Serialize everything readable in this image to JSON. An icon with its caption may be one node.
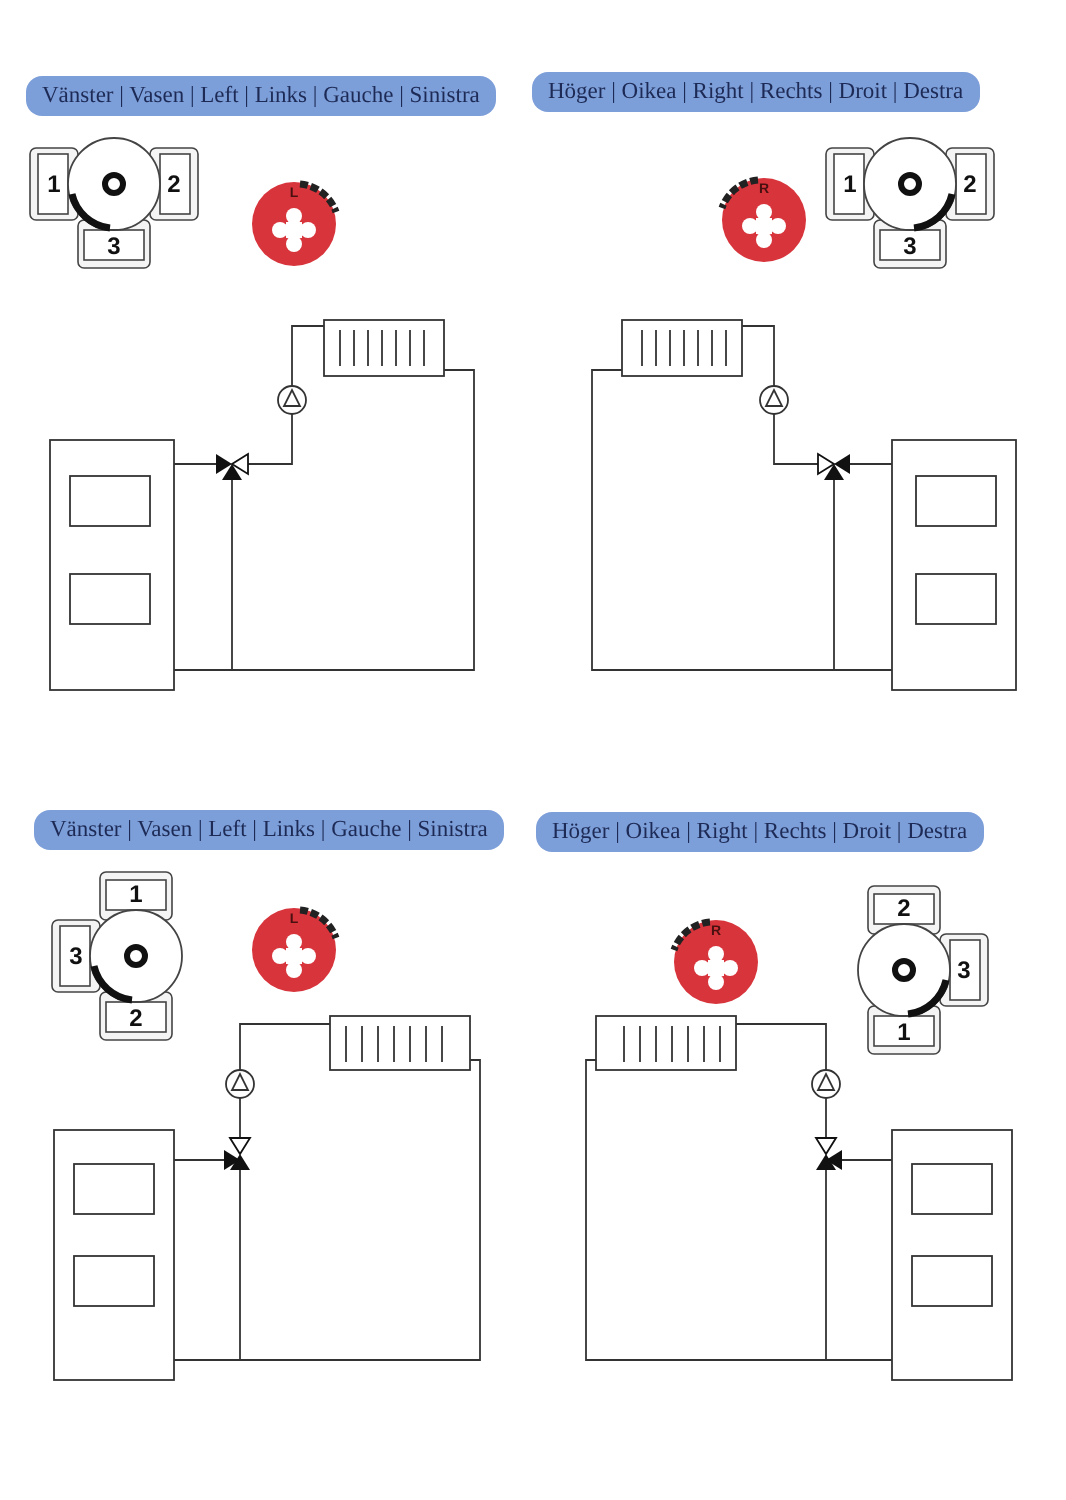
{
  "diagram": {
    "nodes": [
      {
        "text": [
          "Vänster | Vasen | Left | Links | Gauche | Sinistra"
        ]
      },
      {
        "text": [
          "Höger | Oikea | Right | Rechts | Droit | Destra"
        ]
      },
      {
        "text": [
          "Vänster | Vasen | Left | Links | Gauche | Sinistra"
        ]
      },
      {
        "text": [
          "Höger | Oikea | Right | Rechts | Droit | Destra"
        ]
      }
    ],
    "labels": [
      "1",
      "2",
      "3",
      "L",
      "R",
      "1",
      "2",
      "3",
      "1",
      "3",
      "L",
      "2",
      "2",
      "R",
      "3",
      "1"
    ]
  }
}
